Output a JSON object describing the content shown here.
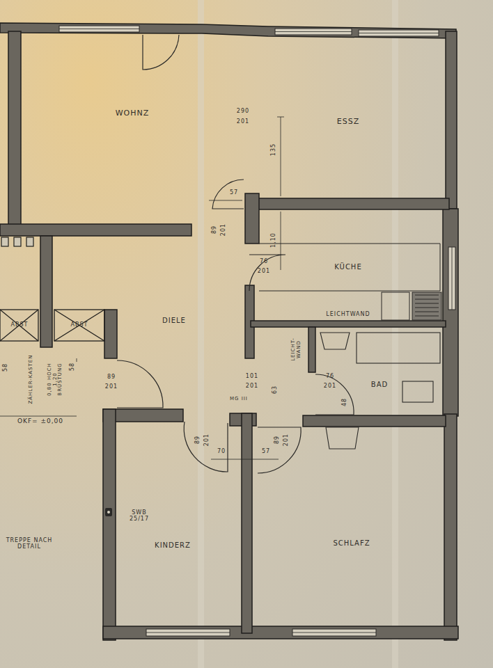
{
  "diagram": {
    "labels": [
      "WOHNZ",
      "ESSZ",
      "290",
      "201",
      "135",
      "57",
      "89",
      "201",
      "1,10",
      "76",
      "201",
      "KÜCHE",
      "DIELE",
      "LEICHTWAND",
      "ABST",
      "ABST",
      "LEICHT- WAND",
      "BAD",
      "58",
      "ZÄHLER-KASTEN",
      "0,80 HOCH 1,20 BRÜSTUNG",
      "58",
      "89",
      "201",
      "101",
      "201",
      "76",
      "201",
      "MG III",
      "63",
      "48",
      "OKF= ±0,00",
      "89",
      "201",
      "89",
      "201",
      "70",
      "57",
      "SWB 25/17",
      "KINDERZ",
      "SCHLAFZ",
      "TREPPE NACH DETAIL"
    ]
  }
}
